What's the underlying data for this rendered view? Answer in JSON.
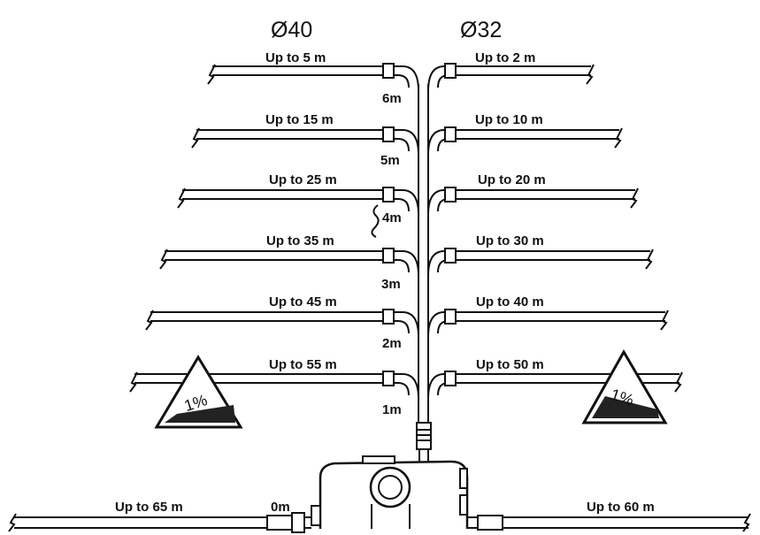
{
  "header": {
    "left_diameter": "Ø40",
    "right_diameter": "Ø32"
  },
  "branches": [
    {
      "height_label": "6m",
      "left_label": "Up to 5 m",
      "right_label": "Up to 2 m"
    },
    {
      "height_label": "5m",
      "left_label": "Up to 15 m",
      "right_label": "Up to 10 m"
    },
    {
      "height_label": "4m",
      "left_label": "Up to 25 m",
      "right_label": "Up to 20 m"
    },
    {
      "height_label": "3m",
      "left_label": "Up to 35 m",
      "right_label": "Up to 30 m"
    },
    {
      "height_label": "2m",
      "left_label": "Up to 45 m",
      "right_label": "Up to 40 m"
    },
    {
      "height_label": "1m",
      "left_label": "Up to 55 m",
      "right_label": "Up to 50 m"
    }
  ],
  "ground": {
    "height_label": "0m",
    "left_label": "Up to 65 m",
    "right_label": "Up to 60 m"
  },
  "slope": {
    "left": "1%",
    "right": "1%"
  }
}
